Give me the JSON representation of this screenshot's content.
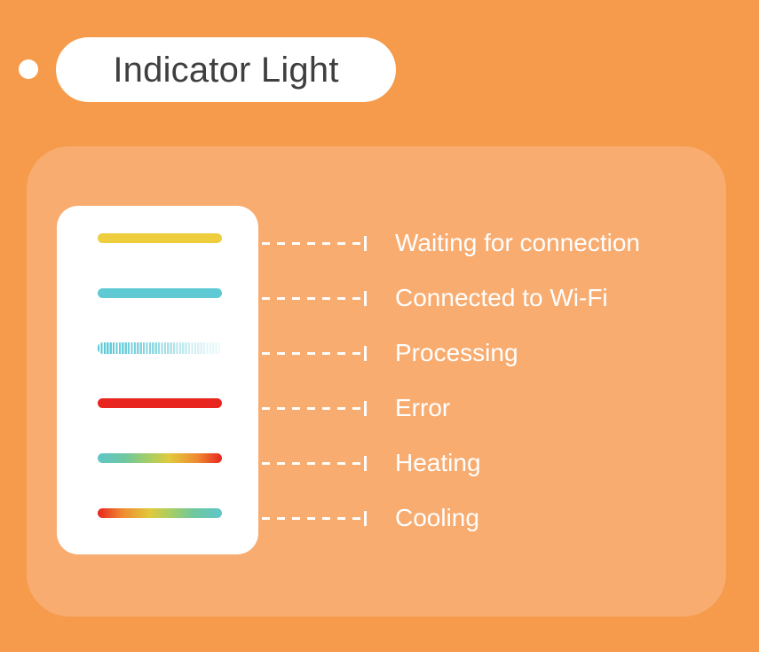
{
  "header": {
    "title": "Indicator Light",
    "dot_color": "#ffffff",
    "pill_bg": "#ffffff",
    "title_color": "#3f3f3f"
  },
  "theme": {
    "page_bg": "#f59b4b",
    "panel_bg": "#f8ac70",
    "card_bg": "#ffffff",
    "label_color": "#ffffff",
    "connector_color": "#ffffff"
  },
  "indicators": [
    {
      "label": "Waiting for connection",
      "style": "solid",
      "color": "#efce3d",
      "bar_name": "indicator-bar-waiting"
    },
    {
      "label": "Connected to Wi-Fi",
      "style": "solid",
      "color": "#5fcad4",
      "bar_name": "indicator-bar-connected"
    },
    {
      "label": "Processing",
      "style": "striped-fade",
      "color": "#54c7d6",
      "bar_name": "indicator-bar-processing"
    },
    {
      "label": "Error",
      "style": "solid",
      "color": "#e8251f",
      "bar_name": "indicator-bar-error"
    },
    {
      "label": "Heating",
      "style": "gradient",
      "color": "linear-gradient(90deg, #5fc6c9 0%, #6ec79f 22%, #a8ce63 42%, #e2c93c 58%, #ef8b32 80%, #e8251f 100%)",
      "bar_name": "indicator-bar-heating"
    },
    {
      "label": "Cooling",
      "style": "gradient",
      "color": "linear-gradient(90deg, #e8251f 0%, #ef8b32 20%, #e2c93c 42%, #a8ce63 58%, #6ec79f 78%, #5fc6c9 100%)",
      "bar_name": "indicator-bar-cooling"
    }
  ]
}
